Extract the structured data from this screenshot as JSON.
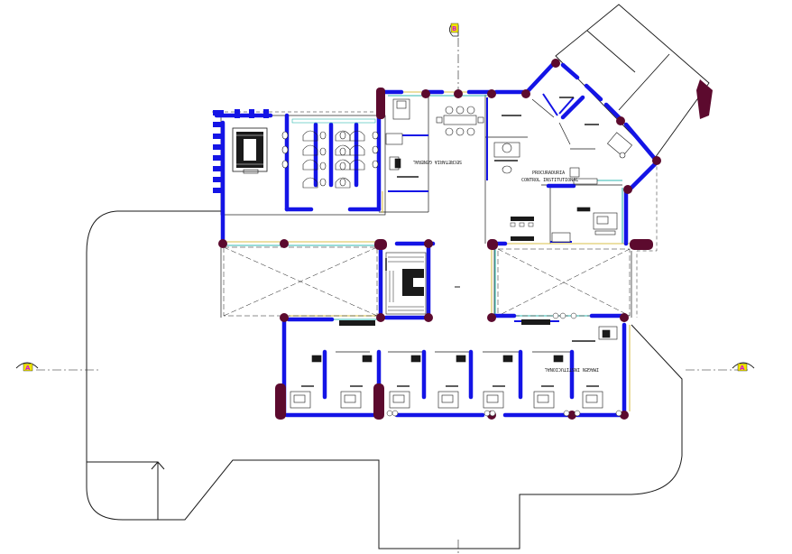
{
  "drawing": {
    "section_mark_top": "B",
    "section_mark_left": "A",
    "section_mark_right": "A",
    "room_labels": {
      "secretaria": "SECRETARIA GENERAL",
      "procuraduria_line1": "PROCURADURIA",
      "procuraduria_line2": "CONTROL INSTITUTIONAL",
      "imagen": "IMAGEN INSTITUCIONAL"
    },
    "colors": {
      "wall_blue": "#1414e6",
      "column_maroon": "#5c0a2e",
      "outline_black": "#1a1a1a",
      "glass_yellow": "#d8c04a",
      "glass_cyan": "#30b8b0",
      "section_magenta": "#d60fd6"
    },
    "icons": {
      "stair": "stair-icon",
      "elevator": "elevator-icon",
      "desk": "desk-icon",
      "chair": "chair-icon",
      "toilet": "toilet-icon"
    }
  }
}
